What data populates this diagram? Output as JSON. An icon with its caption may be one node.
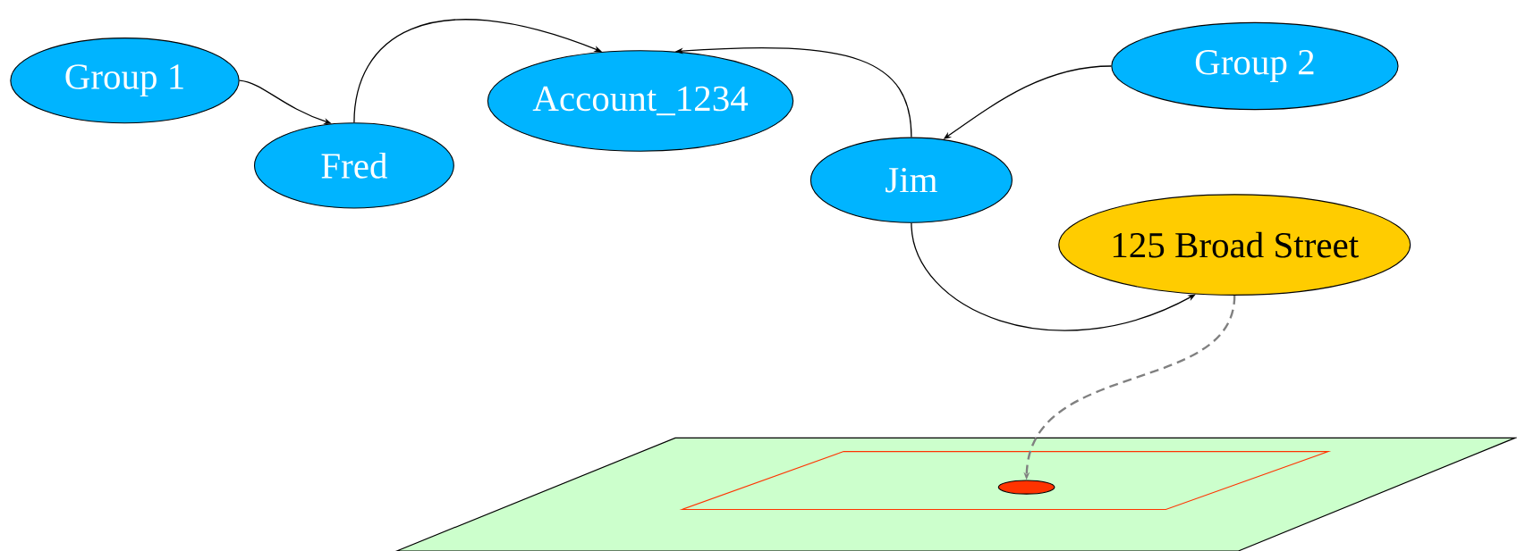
{
  "diagram": {
    "nodes": [
      {
        "text": [
          "Group 1"
        ]
      },
      {
        "text": [
          "Fred"
        ]
      },
      {
        "text": [
          "Account_1234"
        ]
      },
      {
        "text": [
          "Group 2"
        ]
      },
      {
        "text": [
          "Jim"
        ]
      },
      {
        "text": [
          "125 Broad Street"
        ]
      },
      {
        "text": [],
        "shape": "circle"
      }
    ],
    "edges": [
      {
        "from": 0,
        "to": 1,
        "arrow": "to"
      },
      {
        "from": 1,
        "to": 2,
        "arrow": "to"
      },
      {
        "from": 4,
        "to": 2,
        "arrow": "to"
      },
      {
        "from": 3,
        "to": 4,
        "arrow": "to"
      },
      {
        "from": 4,
        "to": 5,
        "arrow": "to"
      },
      {
        "from": 5,
        "to": 6,
        "arrow": "to",
        "style": "dashed",
        "color": "#808080"
      }
    ]
  }
}
